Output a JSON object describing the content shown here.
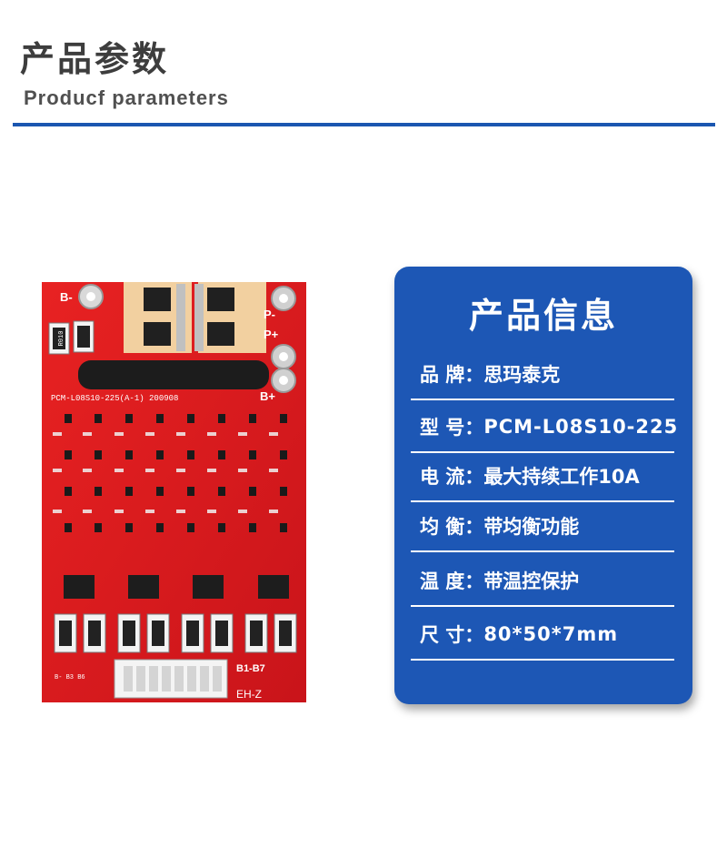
{
  "header": {
    "title_cn": "产品参数",
    "title_en": "Producf  parameters"
  },
  "board": {
    "silk_bminus": "B-",
    "silk_pminus": "P-",
    "silk_pplus": "P+",
    "silk_bplus": "B+",
    "silk_model": "PCM-L08S10-225(A-1)  200908",
    "silk_r010": "R010",
    "silk_b1b7": "B1-B7",
    "silk_b0b3b6": "B- B3 B6",
    "silk_ehz": "EH-Z",
    "colors": {
      "pcb": "#e01a1a",
      "pcb_dark": "#b50f12"
    }
  },
  "info_card": {
    "title": "产品信息",
    "rows": [
      {
        "key": "品 牌：",
        "value": "思玛泰克"
      },
      {
        "key": "型  号：",
        "value": " PCM-L08S10-225"
      },
      {
        "key": "电  流：",
        "value": "最大持续工作10A"
      },
      {
        "key": "均  衡：",
        "value": "带均衡功能"
      },
      {
        "key": "温  度：",
        "value": "带温控保护"
      },
      {
        "key": "尺  寸：",
        "value": "80*50*7mm"
      }
    ],
    "colors": {
      "card": "#1d57b5",
      "text": "#ffffff"
    }
  }
}
